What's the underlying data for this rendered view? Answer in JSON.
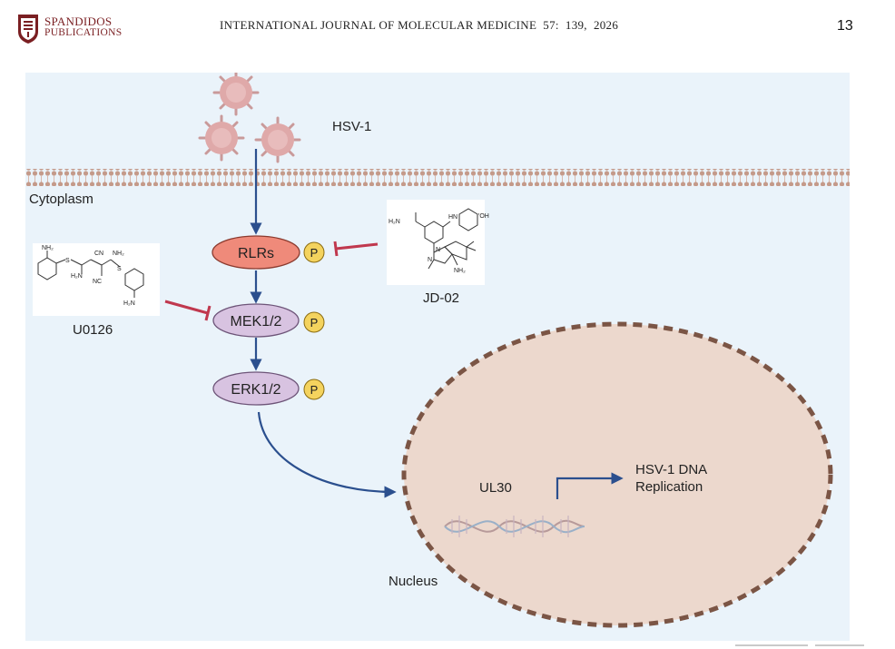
{
  "header": {
    "publisher_line1": "SPANDIDOS",
    "publisher_line2": "PUBLICATIONS",
    "journal": "INTERNATIONAL JOURNAL OF MOLECULAR MEDICINE  57:  139,  2026",
    "page_number": "13"
  },
  "figure": {
    "virus_label": "HSV-1",
    "cytoplasm_label": "Cytoplasm",
    "nodes": {
      "rlrs": "RLRs",
      "mek": "MEK1/2",
      "erk": "ERK1/2",
      "phospho": "P"
    },
    "inhibitors": {
      "jd02": "JD-02",
      "u0126": "U0126"
    },
    "jd02_atoms": [
      "H₂N",
      "HN",
      "'OH",
      "N",
      "N",
      "NH₂"
    ],
    "u0126_atoms": [
      "NH₂",
      "S",
      "CN",
      "H₂N",
      "NH₂",
      "NC",
      "S",
      "H₂N"
    ],
    "ul30_label": "UL30",
    "replication_line1": "HSV-1 DNA",
    "replication_line2": "Replication",
    "nucleus_label": "Nucleus"
  },
  "colors": {
    "panel_bg": "#eaf3fa",
    "membrane": "#c49a8a",
    "arrow_blue": "#2b4f8e",
    "inhibit_red": "#c0384e",
    "rlrs_fill": "#ef8a7a",
    "mek_erk_fill": "#d8c3e1",
    "phospho_fill": "#f4d35e",
    "nucleus_fill": "#ecd8cd",
    "nucleus_border": "#7b5545",
    "publisher_red": "#7a1f22"
  }
}
